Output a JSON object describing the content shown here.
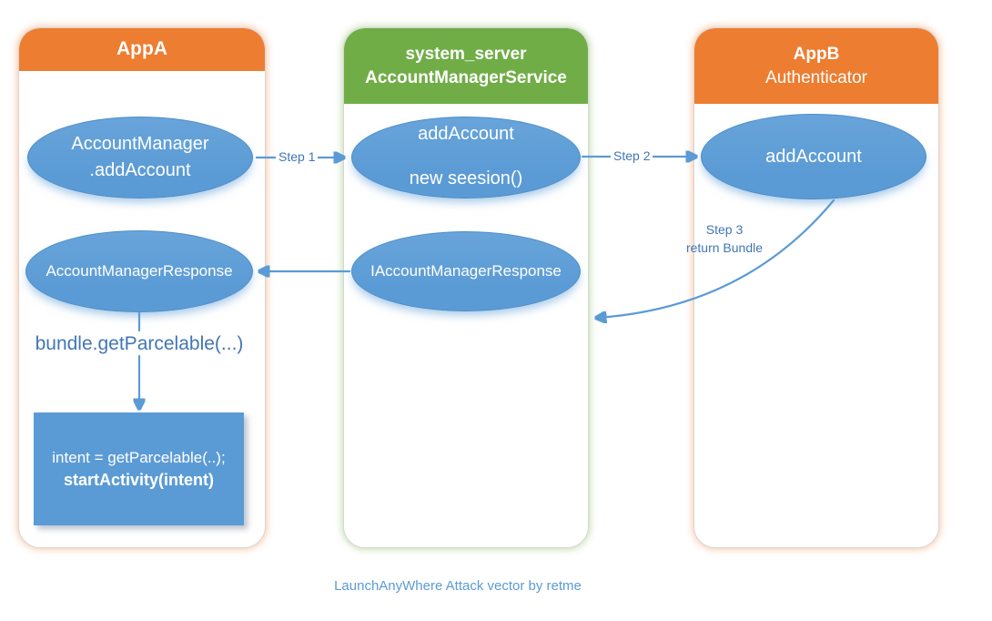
{
  "diagram": {
    "caption": "LaunchAnyWhere Attack vector by retme",
    "colors": {
      "orange": "#ED7D31",
      "green": "#70AD47",
      "blue": "#5B9BD5",
      "text-blue": "#4276B4"
    },
    "panels": {
      "appa": {
        "title": "AppA"
      },
      "system_server": {
        "title": "system_server",
        "subtitle": "AccountManagerService"
      },
      "appb": {
        "title": "AppB",
        "subtitle": "Authenticator"
      }
    },
    "nodes": {
      "appa_add_account": {
        "line1": "AccountManager",
        "line2": ".addAccount"
      },
      "server_add_account": {
        "line1": "addAccount",
        "line2": "new seesion()"
      },
      "appb_add_account": {
        "label": "addAccount"
      },
      "appa_response": {
        "label": "AccountManagerResponse"
      },
      "server_response": {
        "label": "IAccountManagerResponse"
      },
      "bundle_get_parcelable": {
        "label": "bundle.getParcelable(...)"
      },
      "intent_box": {
        "line1": "intent = getParcelable(..);",
        "line2": "startActivity(intent)"
      }
    },
    "arrows": {
      "step1": {
        "label": "Step 1"
      },
      "step2": {
        "label": "Step 2"
      },
      "step3": {
        "line1": "Step 3",
        "line2": "return Bundle"
      }
    }
  }
}
